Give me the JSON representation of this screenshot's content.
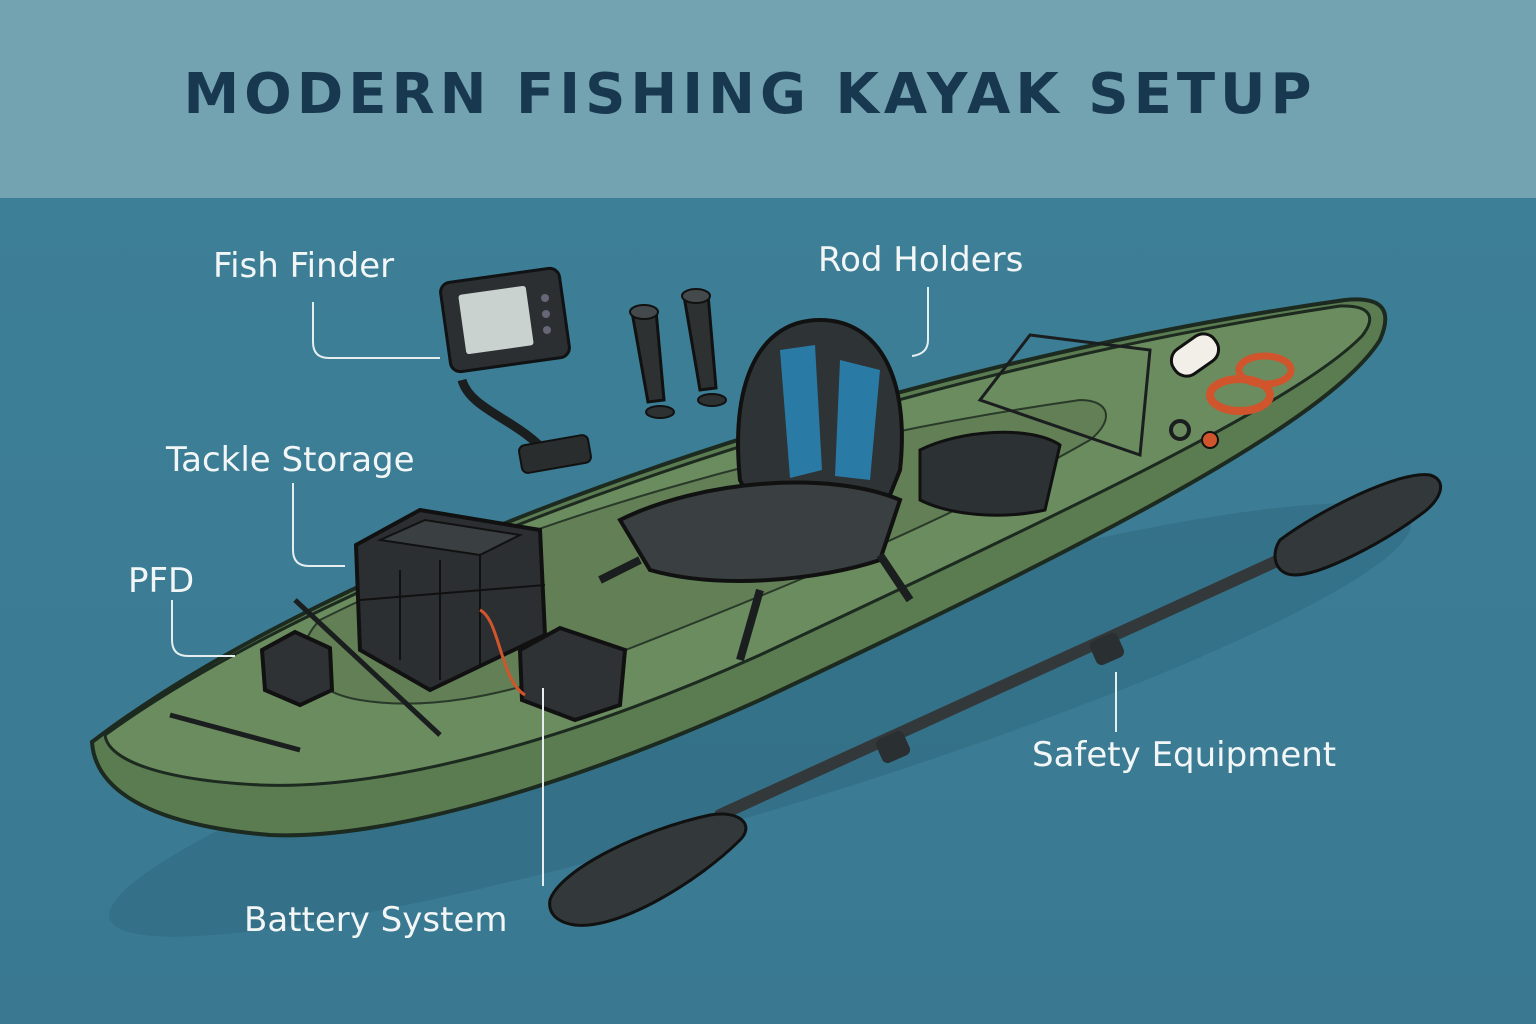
{
  "title": "MODERN FISHING KAYAK SETUP",
  "colors": {
    "header_bg": "#73a2b1",
    "water": "#3d7f97",
    "hull": "#5d7c52",
    "deck": "#6a8a5c",
    "seat_accent": "#2a7aa6",
    "paddle": "#33393b",
    "title": "#17384f"
  },
  "labels": {
    "fish_finder": "Fish Finder",
    "rod_holders": "Rod Holders",
    "tackle_storage": "Tackle Storage",
    "pfd": "PFD",
    "safety_equipment": "Safety Equipment",
    "battery_system": "Battery System"
  }
}
